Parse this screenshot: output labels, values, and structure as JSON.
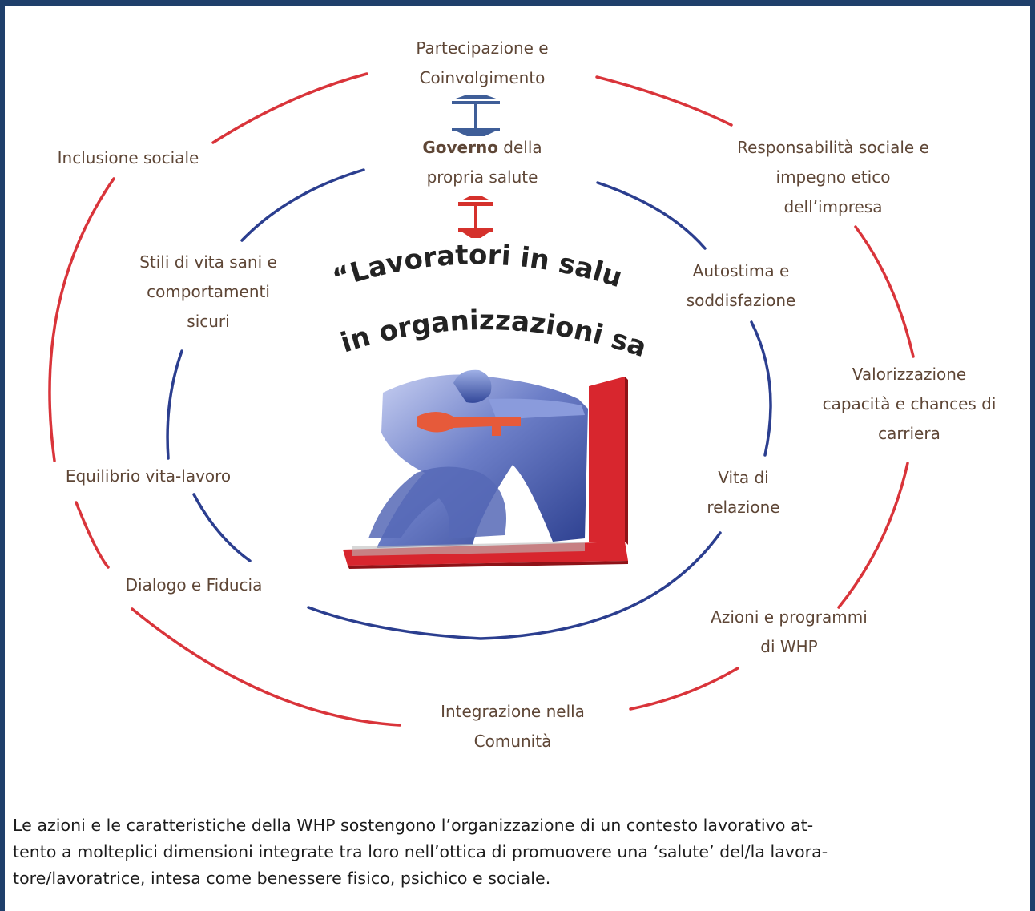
{
  "diagram": {
    "top": [
      "Partecipazione e",
      "Coinvolgimento"
    ],
    "center": {
      "bold": "Governo",
      "rest": " della",
      "line2": "propria salute"
    },
    "motto": [
      "“Lavoratori in salute",
      "in organizzazioni sane”"
    ],
    "outer": {
      "inclusione": "Inclusione sociale",
      "responsabilita": [
        "Responsabilità sociale e",
        "impegno etico",
        "dell’impresa"
      ],
      "valorizzazione": [
        "Valorizzazione",
        "capacità e chances di",
        "carriera"
      ],
      "azioni": [
        "Azioni e programmi",
        "di WHP"
      ],
      "integrazione": [
        "Integrazione nella",
        "Comunità"
      ],
      "dialogo": "Dialogo e Fiducia",
      "equilibrio": "Equilibrio vita-lavoro"
    },
    "inner": {
      "stili": [
        "Stili di vita sani e",
        "comportamenti",
        "sicuri"
      ],
      "autostima": [
        "Autostima e",
        "soddisfazione"
      ],
      "vita": [
        "Vita di",
        "relazione"
      ]
    },
    "colors": {
      "outer_ring": "#d9343a",
      "inner_ring": "#2b3e8f",
      "arrow_blue": "#3f5e98",
      "arrow_red": "#d5312c",
      "label_text": "#5e4636"
    },
    "icons": [
      "worker-with-key-illustration",
      "red-staircase"
    ]
  },
  "caption": [
    "Le azioni e le caratteristiche della WHP sostengono l’organizzazione di un contesto lavorativo at-",
    "tento a molteplici dimensioni integrate tra loro nell’ottica di promuovere una ‘salute’ del/la lavora-",
    "tore/lavoratrice, intesa come benessere fisico, psichico e sociale."
  ]
}
